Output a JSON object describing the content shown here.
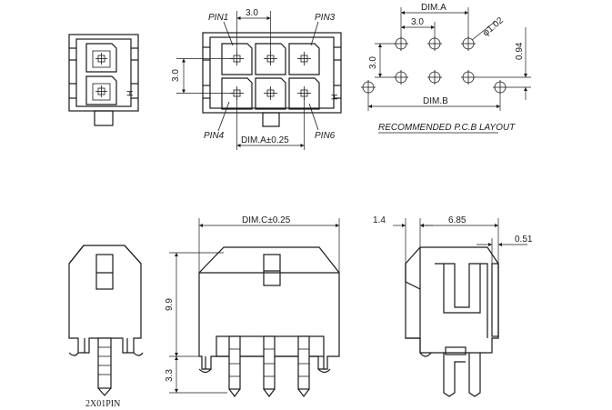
{
  "front_view": {
    "pin1": "PIN1",
    "pin3": "PIN3",
    "pin4": "PIN4",
    "pin6": "PIN6",
    "pitch_h": "3.0",
    "pitch_v": "3.0",
    "dim_a_tol": "DIM.A±0.25"
  },
  "pcb_layout": {
    "dim_a": "DIM.A",
    "pitch_h": "3.0",
    "pitch_v": "3.0",
    "hole_dia": "φ1.02",
    "offset": "0.94",
    "dim_b": "DIM.B",
    "caption": "RECOMMENDED P.C.B LAYOUT"
  },
  "bottom_views": {
    "dim_c_tol": "DIM.C±0.25",
    "height": "9.9",
    "tail": "3.3",
    "caption": "2X01PIN",
    "side_1_4": "1.4",
    "side_6_85": "6.85",
    "side_0_51": "0.51",
    "polarity_mark": "H"
  }
}
